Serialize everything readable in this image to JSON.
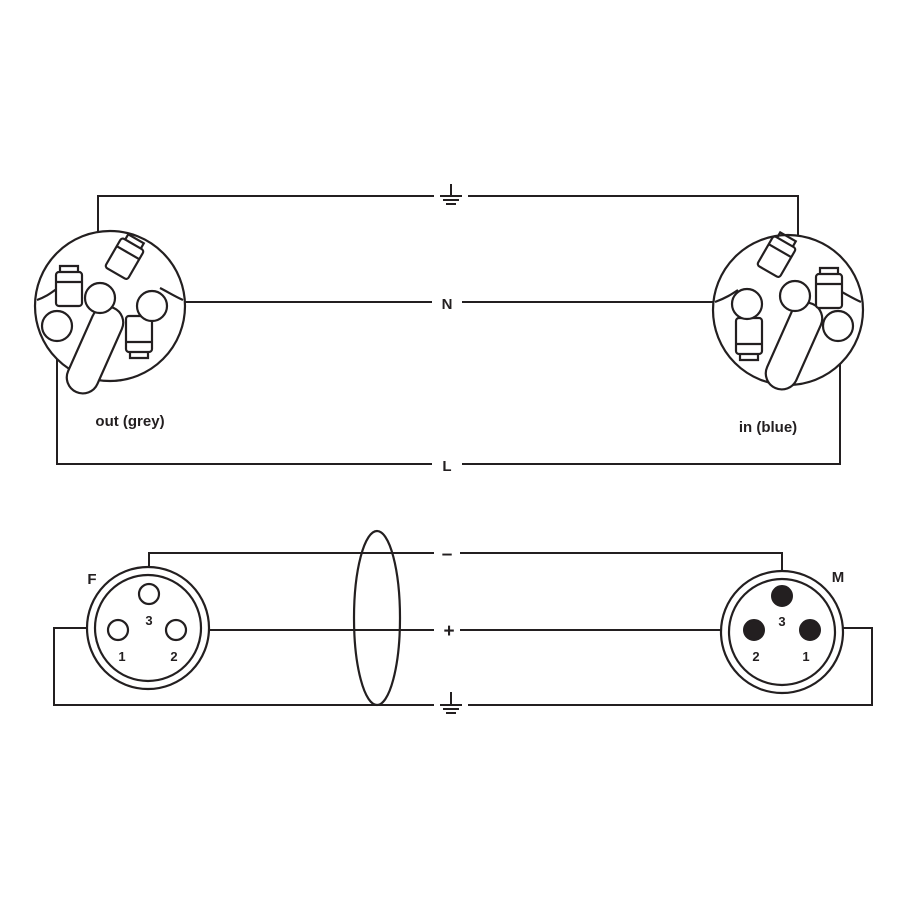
{
  "speakon_section": {
    "out_connector_label": "out (grey)",
    "in_connector_label": "in (blue)",
    "wire_ground_label": "ground-symbol",
    "wire_n_label": "N",
    "wire_l_label": "L"
  },
  "xlr_section": {
    "female_label": "F",
    "male_label": "M",
    "minus_label": "–",
    "plus_label": "+",
    "ground_label": "ground-symbol",
    "female_pins": {
      "pin1": "1",
      "pin2": "2",
      "pin3": "3"
    },
    "male_pins": {
      "pin1": "1",
      "pin2": "2",
      "pin3": "3"
    }
  },
  "colors": {
    "line": "#231f20",
    "background": "#ffffff"
  }
}
